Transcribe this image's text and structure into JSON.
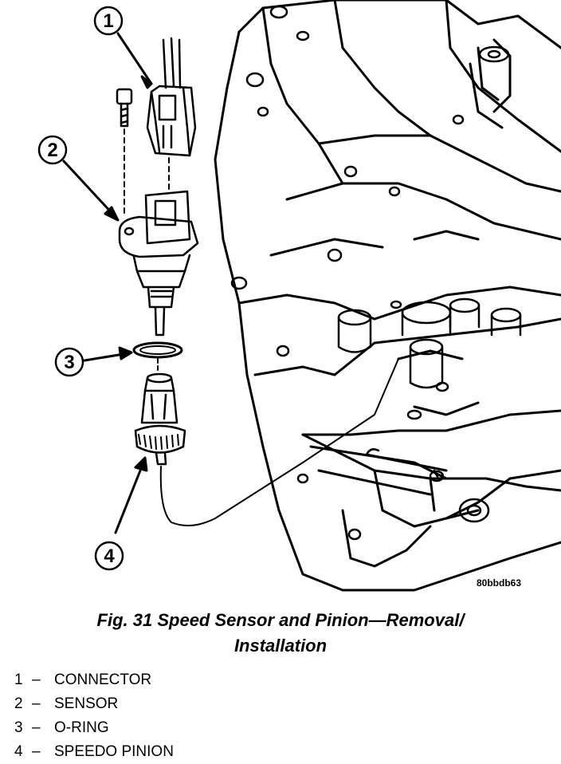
{
  "figure": {
    "reference_code": "80bbdb63",
    "caption_line1": "Fig. 31 Speed Sensor and Pinion—Removal/",
    "caption_line2": "Installation"
  },
  "callouts": [
    "1",
    "2",
    "3",
    "4"
  ],
  "legend": [
    {
      "num": "1",
      "dash": "–",
      "label": "CONNECTOR"
    },
    {
      "num": "2",
      "dash": "–",
      "label": "SENSOR"
    },
    {
      "num": "3",
      "dash": "–",
      "label": "O-RING"
    },
    {
      "num": "4",
      "dash": "–",
      "label": "SPEEDO PINION"
    }
  ],
  "colors": {
    "ink": "#000000",
    "paper": "#ffffff"
  }
}
